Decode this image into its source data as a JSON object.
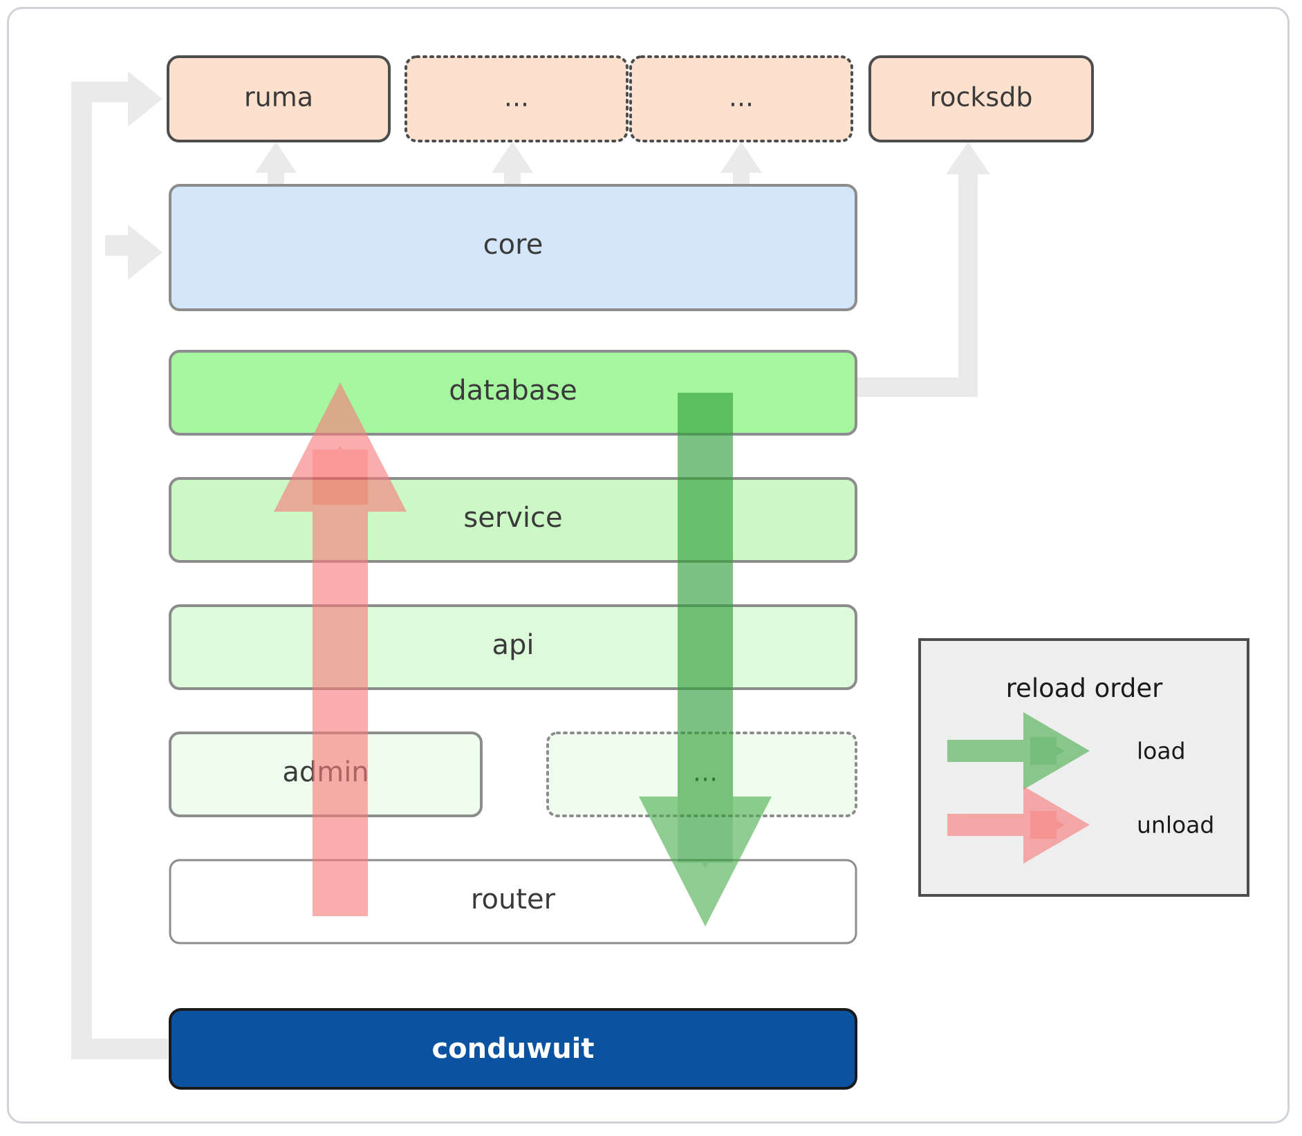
{
  "diagram": {
    "title": "conduwuit crate architecture / reload order",
    "background": "#ffffff",
    "frame_border_color": "#cfd3d8"
  },
  "top_row": {
    "boxes": [
      {
        "id": "ruma",
        "label": "ruma",
        "fill": "#fde0cd",
        "stroke": "#4d4d4d",
        "style": "solid",
        "icon": "package-box-icon"
      },
      {
        "id": "ellipsis1",
        "label": "...",
        "fill": "#fde0cd",
        "stroke": "#4d4d4d",
        "style": "dotted",
        "icon": "package-box-icon"
      },
      {
        "id": "ellipsis2",
        "label": "...",
        "fill": "#fde0cd",
        "stroke": "#4d4d4d",
        "style": "dotted",
        "icon": "package-box-icon"
      },
      {
        "id": "rocksdb",
        "label": "rocksdb",
        "fill": "#fde0cd",
        "stroke": "#4d4d4d",
        "style": "solid",
        "icon": "package-box-icon"
      }
    ]
  },
  "stack": {
    "layers": [
      {
        "id": "core",
        "label": "core",
        "fill": "#d4e6fa",
        "stroke": "#8c8c8c",
        "style": "solid",
        "width": "full"
      },
      {
        "id": "database",
        "label": "database",
        "fill": "#a6f6a0",
        "stroke": "#8c8c8c",
        "style": "solid",
        "width": "full"
      },
      {
        "id": "service",
        "label": "service",
        "fill": "#ccf8c6",
        "stroke": "#8c8c8c",
        "style": "solid",
        "width": "full"
      },
      {
        "id": "api",
        "label": "api",
        "fill": "#ddfada",
        "stroke": "#8c8c8c",
        "style": "solid",
        "width": "full"
      },
      {
        "id": "admin",
        "label": "admin",
        "fill": "#effdee",
        "stroke": "#8c8c8c",
        "style": "solid",
        "width": "half-left"
      },
      {
        "id": "extras",
        "label": "...",
        "fill": "#effdee",
        "stroke": "#8c8c8c",
        "style": "dotted",
        "width": "half-right"
      },
      {
        "id": "router",
        "label": "router",
        "fill": "#ffffff",
        "stroke": "#8c8c8c",
        "style": "solid",
        "width": "full"
      }
    ]
  },
  "root": {
    "id": "conduwuit",
    "label": "conduwuit",
    "fill": "#0b52a0",
    "stroke": "#1a1a1a",
    "text_color": "#ffffff"
  },
  "flow_arrows": {
    "load": {
      "label": "load",
      "direction": "down",
      "color": "#4caf50",
      "core_color": "#2e9e36",
      "opacity": 0.62
    },
    "unload": {
      "label": "unload",
      "direction": "up",
      "color": "#f77b7b",
      "core_color": "#fa5a5a",
      "opacity": 0.62
    }
  },
  "connectors": {
    "color": "#eaeaea",
    "items": [
      {
        "id": "conduwuit-to-ruma",
        "from": "conduwuit",
        "to": "ruma",
        "icon": "block-arrow-right-icon"
      },
      {
        "id": "conduwuit-to-core",
        "from": "conduwuit",
        "to": "core",
        "icon": "block-arrow-right-icon"
      },
      {
        "id": "core-to-ruma",
        "from": "core",
        "to": "ruma",
        "icon": "block-arrow-up-icon"
      },
      {
        "id": "core-to-ellipsis1",
        "from": "core",
        "to": "ellipsis1",
        "icon": "block-arrow-up-icon"
      },
      {
        "id": "core-to-ellipsis2",
        "from": "core",
        "to": "ellipsis2",
        "icon": "block-arrow-up-icon"
      },
      {
        "id": "database-to-rocksdb",
        "from": "database",
        "to": "rocksdb",
        "icon": "block-arrow-up-icon"
      }
    ]
  },
  "legend": {
    "title": "reload order",
    "background": "#eeeeee",
    "border": "#4d4d4d",
    "entries": [
      {
        "id": "legend-load",
        "label": "load",
        "color": "#4caf50",
        "core_color": "#2e9e36",
        "icon": "block-arrow-right-icon"
      },
      {
        "id": "legend-unload",
        "label": "unload",
        "color": "#f77b7b",
        "core_color": "#fa5a5a",
        "icon": "block-arrow-right-icon"
      }
    ]
  }
}
